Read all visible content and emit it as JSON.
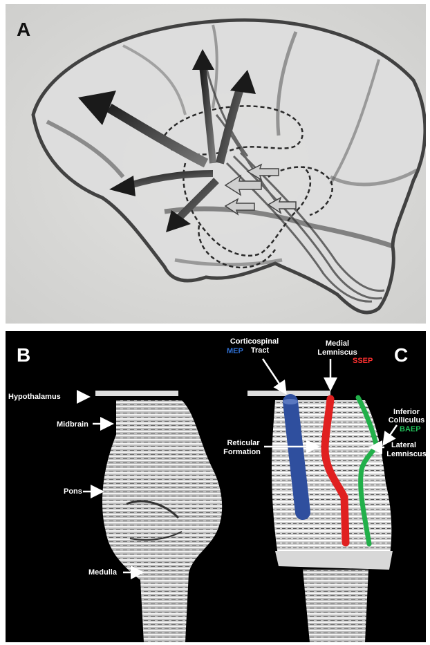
{
  "panels": {
    "a": {
      "letter": "A"
    },
    "b": {
      "letter": "B"
    },
    "c": {
      "letter": "C"
    }
  },
  "labels_b": {
    "hypothalamus": "Hypothalamus",
    "midbrain": "Midbrain",
    "pons": "Pons",
    "medulla": "Medulla"
  },
  "labels_c": {
    "corticospinal_line1": "Corticospinal",
    "corticospinal_line2": "Tract",
    "mep": "MEP",
    "medial_line1": "Medial",
    "medial_line2": "Lemniscus",
    "ssep": "SSEP",
    "reticular_line1": "Reticular",
    "reticular_line2": "Formation",
    "inferior_line1": "Inferior",
    "inferior_line2": "Colliculus",
    "baep": "BAEP",
    "lateral_line1": "Lateral",
    "lateral_line2": "Lemniscus"
  },
  "colors": {
    "mep_tract": "#2f4f9e",
    "ssep_tract": "#e02020",
    "baep_tract": "#22b04a",
    "mep_text": "#2f6fd0",
    "ssep_text": "#ff3030",
    "baep_text": "#22c05a"
  }
}
